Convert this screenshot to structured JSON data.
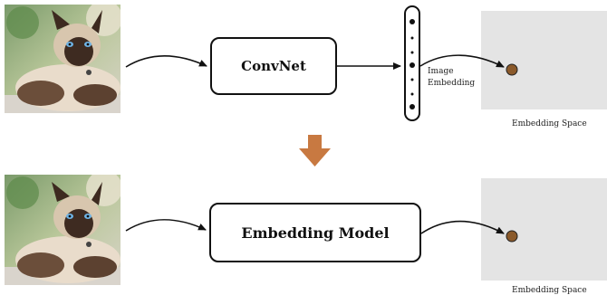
{
  "top_row": {
    "model_label": "ConvNet",
    "vector_label_line1": "Image",
    "vector_label_line2": "Embedding",
    "space_label": "Embedding Space"
  },
  "bottom_row": {
    "model_label": "Embedding Model",
    "space_label": "Embedding Space"
  },
  "colors": {
    "transition_arrow": "#c87941",
    "embedding_point": "#8b5a2b",
    "embedding_space": "#e4e4e4"
  }
}
